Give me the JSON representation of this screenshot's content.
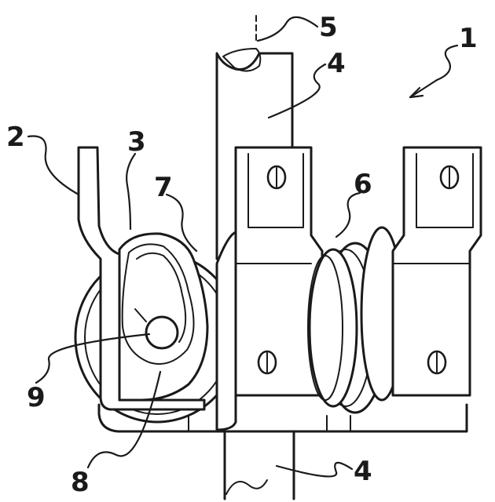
{
  "labels": {
    "l1": "1",
    "l2": "2",
    "l3": "3",
    "l4a": "4",
    "l4b": "4",
    "l5": "5",
    "l6": "6",
    "l7": "7",
    "l8": "8",
    "l9": "9"
  }
}
